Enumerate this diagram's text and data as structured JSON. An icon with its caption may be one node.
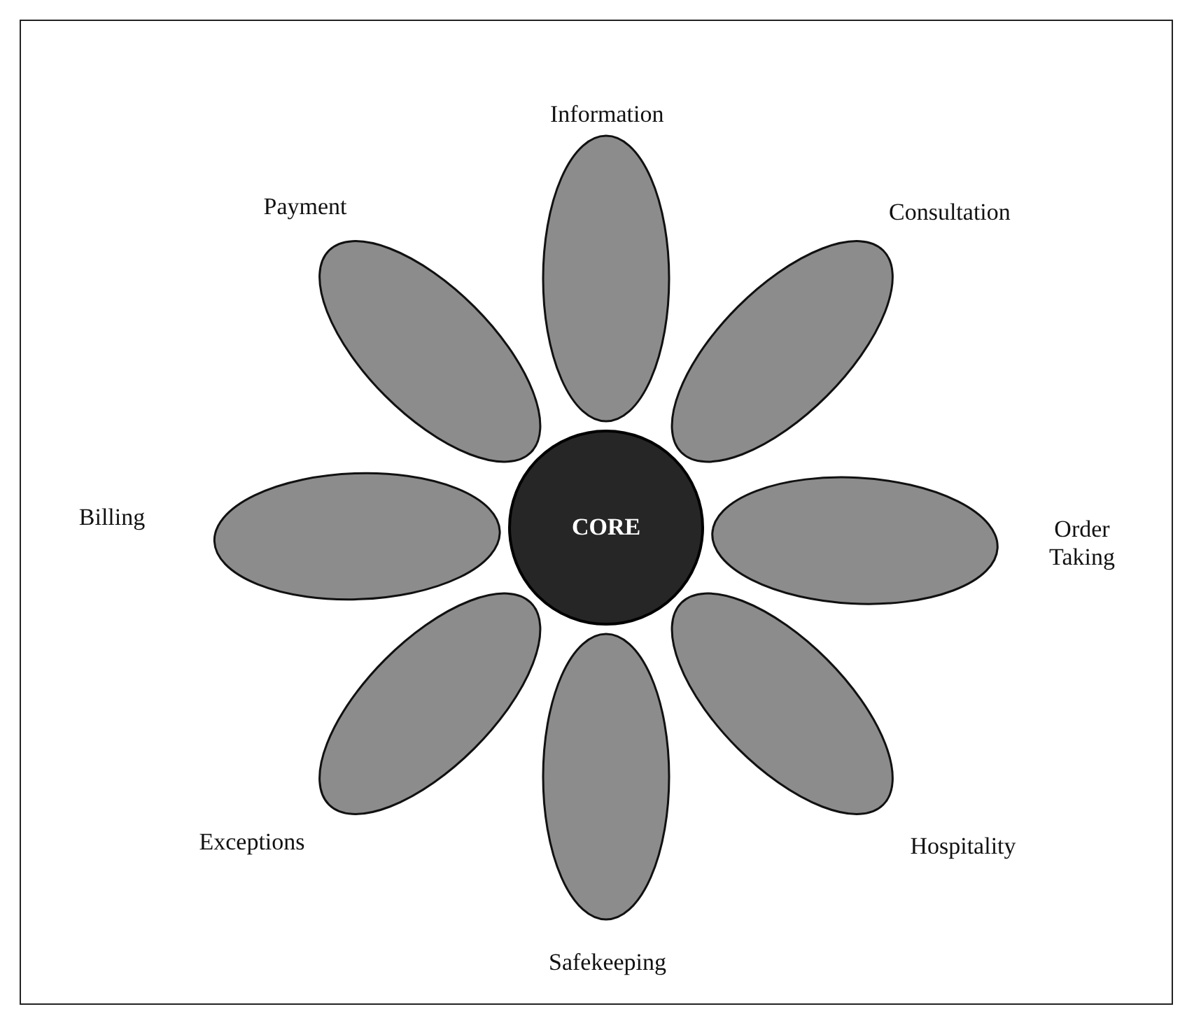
{
  "diagram": {
    "nodes": [
      {
        "text": [
          "CORE"
        ]
      },
      {
        "text": [],
        "shape": "ellipse",
        "beside": [
          "Information"
        ]
      },
      {
        "text": [],
        "shape": "ellipse",
        "beside": [
          "Payment"
        ]
      },
      {
        "text": [],
        "shape": "ellipse",
        "beside": [
          "Consultation"
        ]
      },
      {
        "text": [],
        "shape": "ellipse",
        "beside": [
          "Billing"
        ]
      },
      {
        "text": [],
        "shape": "ellipse",
        "beside": [
          "Order Taking"
        ]
      },
      {
        "text": [],
        "shape": "ellipse",
        "beside": [
          "Exceptions"
        ]
      },
      {
        "text": [],
        "shape": "ellipse",
        "beside": [
          "Hospitality"
        ]
      },
      {
        "text": [],
        "shape": "ellipse",
        "beside": [
          "Safekeeping"
        ]
      }
    ],
    "edges": []
  }
}
